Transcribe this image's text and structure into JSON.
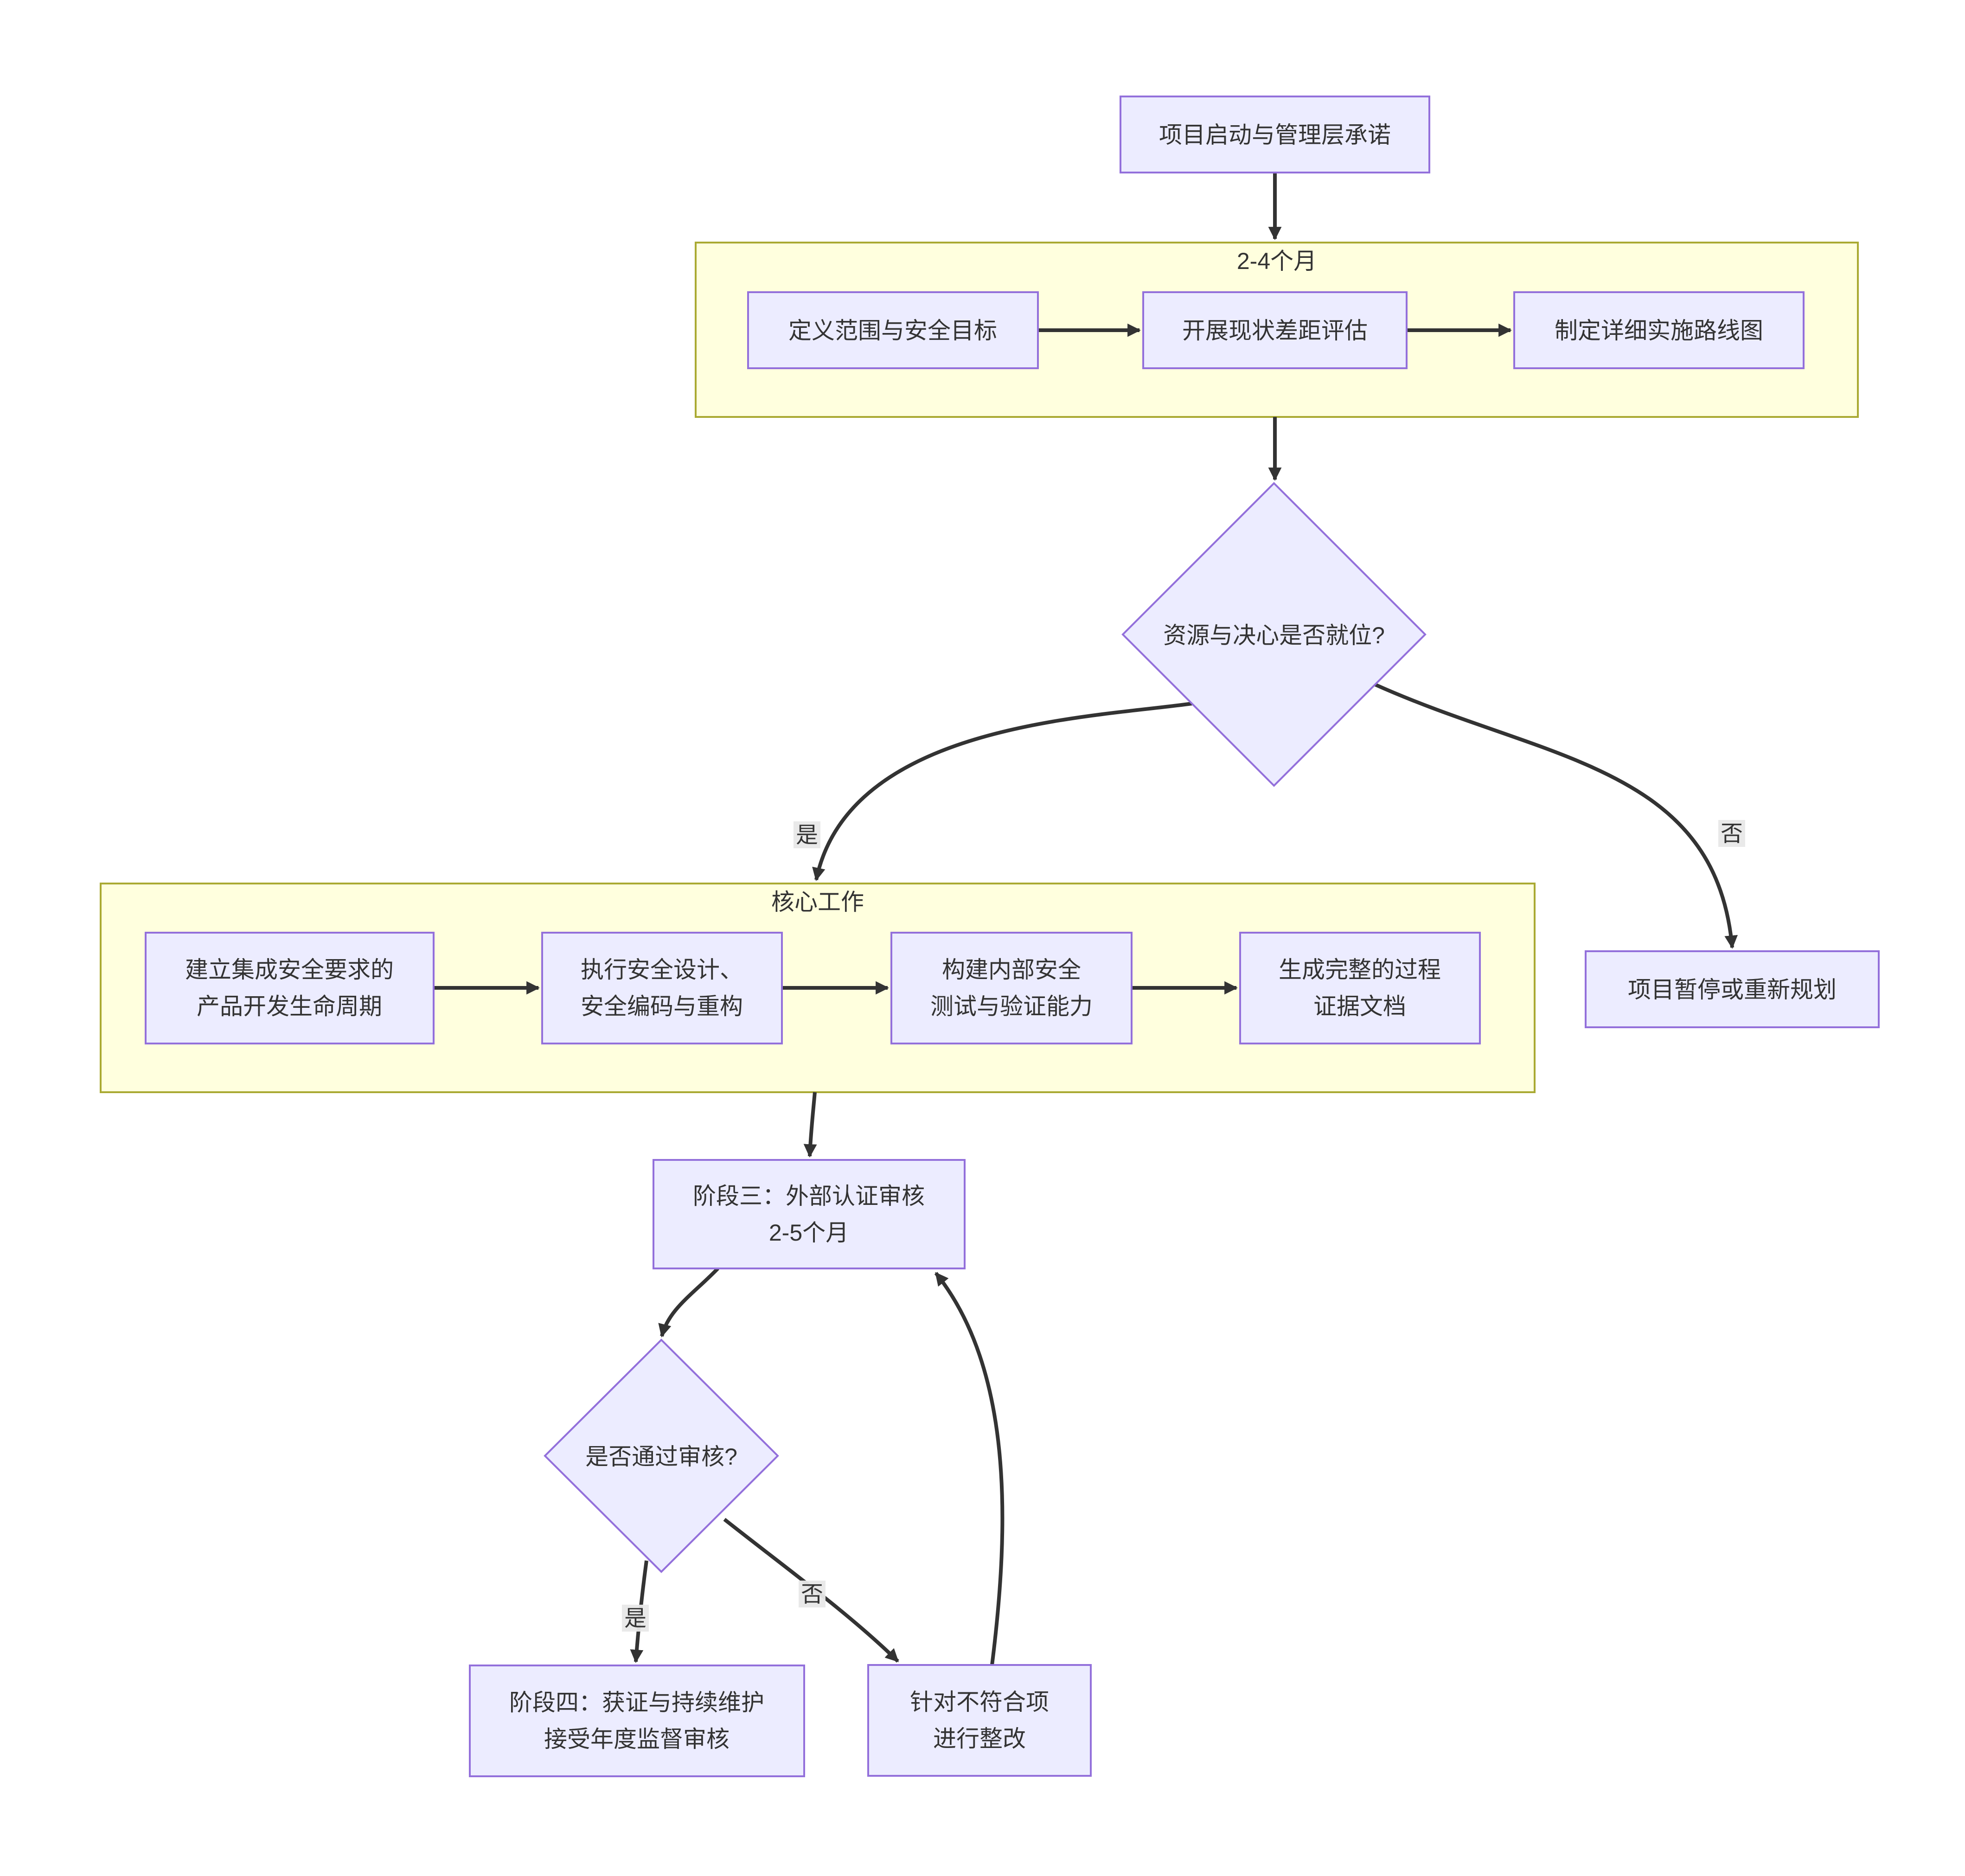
{
  "diagram": {
    "type": "flowchart",
    "colors": {
      "node_fill": "#ECECFF",
      "node_border": "#9370DB",
      "container_fill": "#FFFFDE",
      "container_border": "#AAAA33",
      "edge": "#333333",
      "text": "#333333",
      "edge_label_bg": "#e8e8e8",
      "background": "#ffffff"
    },
    "nodes": {
      "start": {
        "label": "项目启动与管理层承诺"
      },
      "phase1_container": {
        "label": "2-4个月"
      },
      "define_scope": {
        "label": "定义范围与安全目标"
      },
      "gap_assess": {
        "label": "开展现状差距评估"
      },
      "roadmap": {
        "label": "制定详细实施路线图"
      },
      "resources_decision": {
        "label": "资源与决心是否就位?"
      },
      "core_container": {
        "label": "核心工作"
      },
      "sdl": {
        "line1": "建立集成安全要求的",
        "line2": "产品开发生命周期"
      },
      "secure_design": {
        "line1": "执行安全设计、",
        "line2": "安全编码与重构"
      },
      "internal_test": {
        "line1": "构建内部安全",
        "line2": "测试与验证能力"
      },
      "evidence": {
        "line1": "生成完整的过程",
        "line2": "证据文档"
      },
      "pause": {
        "label": "项目暂停或重新规划"
      },
      "stage3": {
        "line1": "阶段三：外部认证审核",
        "line2": "2-5个月"
      },
      "audit_decision": {
        "label": "是否通过审核?"
      },
      "stage4": {
        "line1": "阶段四：获证与持续维护",
        "line2": "接受年度监督审核"
      },
      "remediate": {
        "line1": "针对不符合项",
        "line2": "进行整改"
      }
    },
    "edge_labels": {
      "yes1": "是",
      "no1": "否",
      "yes2": "是",
      "no2": "否"
    }
  }
}
